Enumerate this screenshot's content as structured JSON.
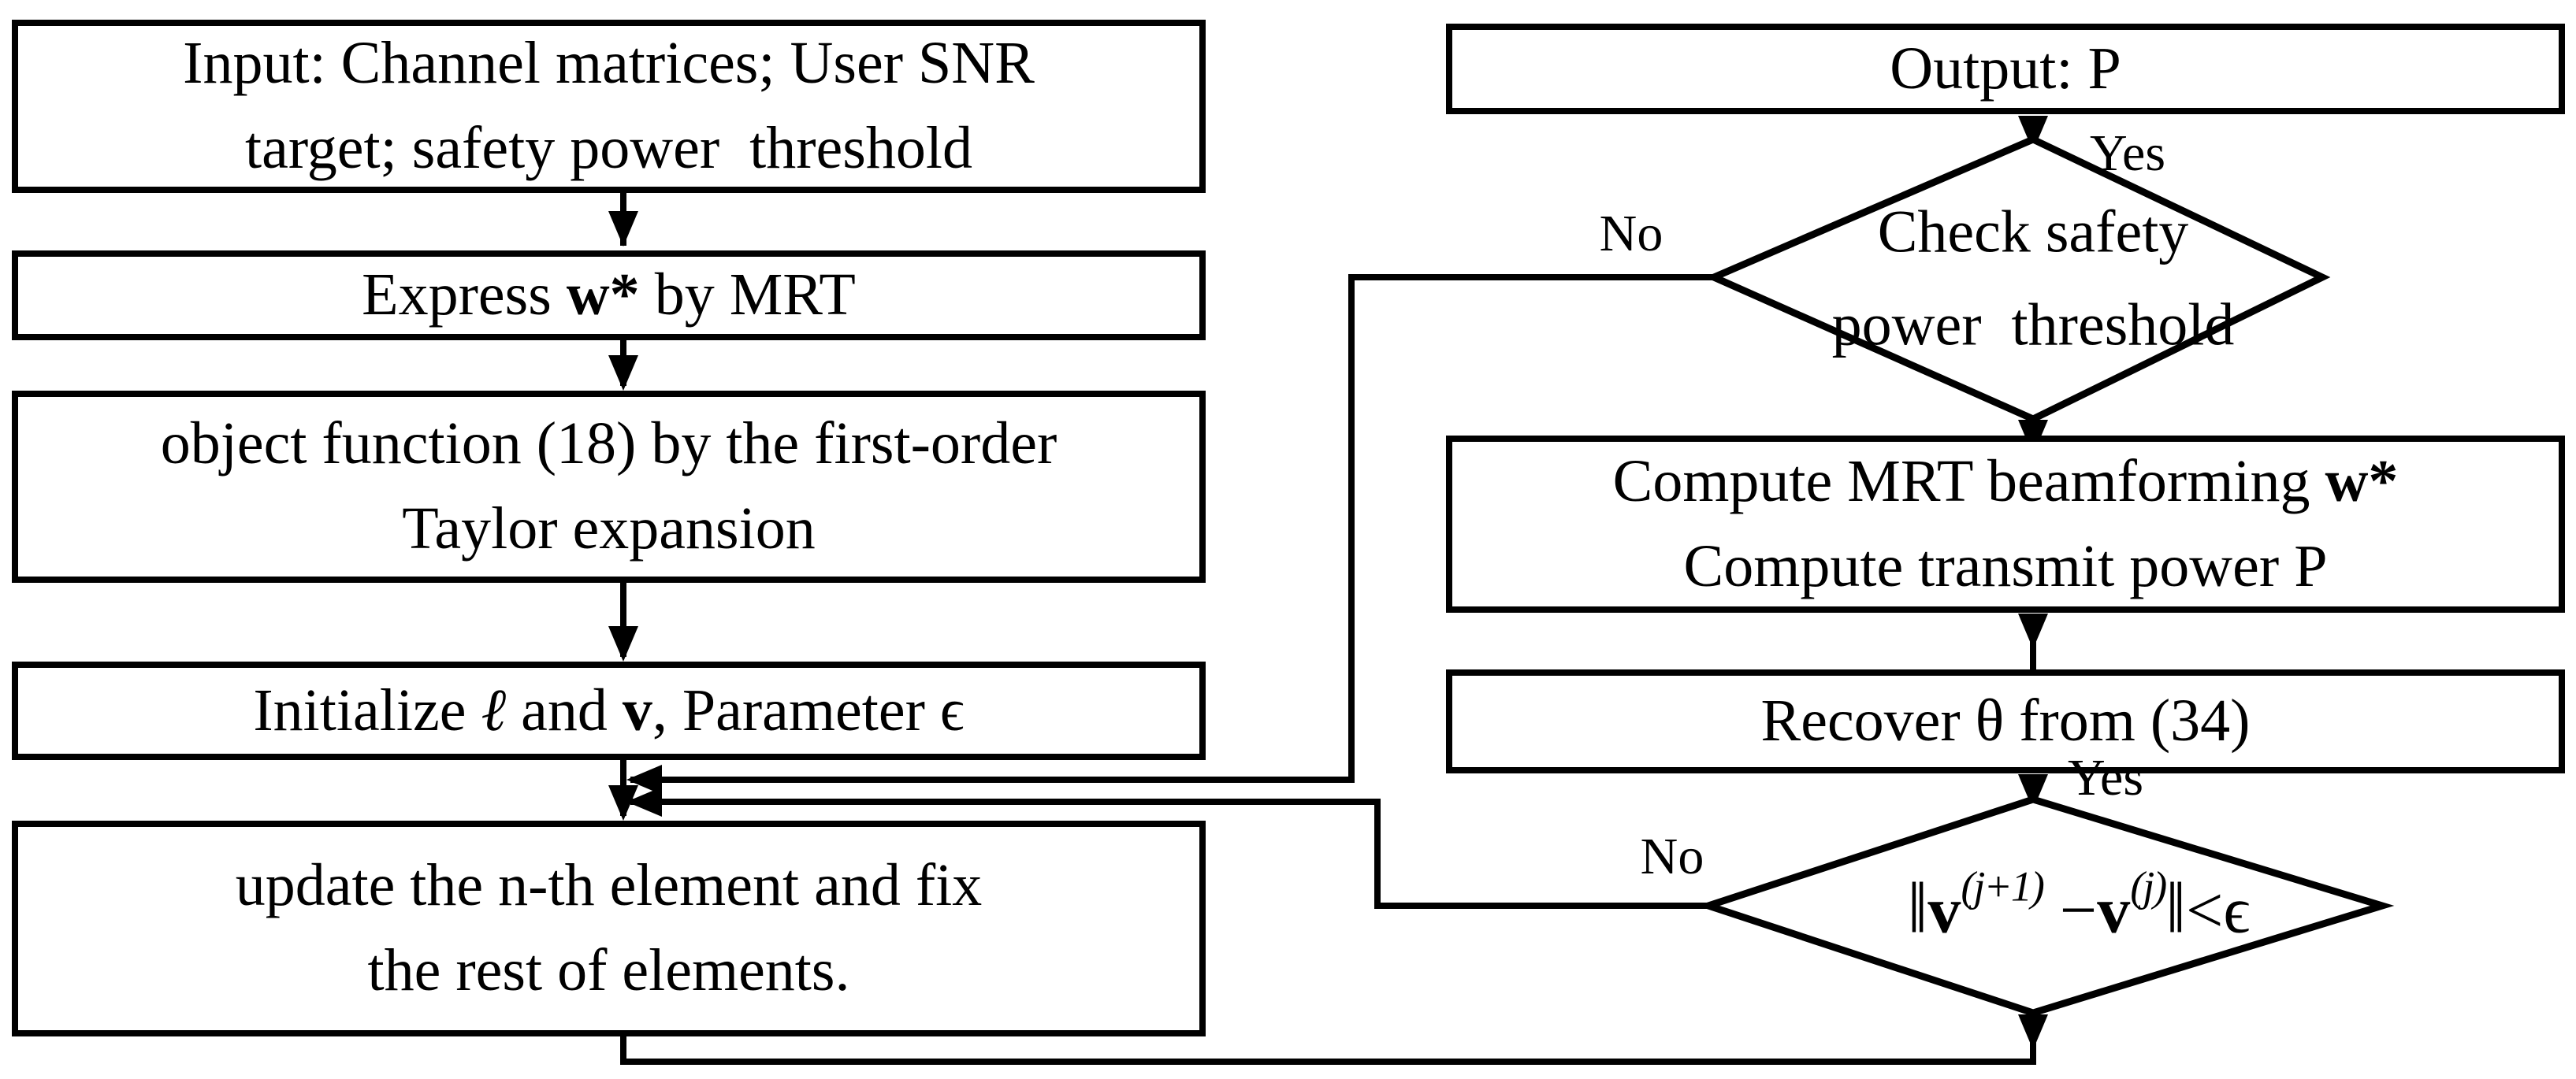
{
  "colors": {
    "ink": "#000000",
    "paper": "#ffffff"
  },
  "left": {
    "box1": {
      "line1": "Input: Channel matrices; User SNR",
      "line2": "target; safety power  threshold"
    },
    "box2": {
      "pre": "Express ",
      "w": "w*",
      "post": " by MRT"
    },
    "box3": {
      "line1": "object function (18) by the first-order",
      "line2": "Taylor expansion"
    },
    "box4": {
      "p1": "Initialize ",
      "ell": "ℓ",
      "p2": " and ",
      "v": "v",
      "p3": ", Parameter ",
      "eps": "ϵ"
    },
    "box5": {
      "line1": "update the n-th element and fix",
      "line2": "the rest of elements."
    }
  },
  "right": {
    "output": {
      "text": "Output: P"
    },
    "safety_decision": {
      "line1": "Check safety",
      "line2": "power  threshold",
      "yes": "Yes",
      "no": "No"
    },
    "compute": {
      "line1_pre": "Compute MRT beamforming ",
      "line1_w": "w*",
      "line2": "Compute transmit power P"
    },
    "recover": {
      "text": "Recover θ from (34)"
    },
    "convergence_decision": {
      "open": "‖",
      "v1": "v",
      "sup1": "(j+1)",
      "minus": " −",
      "v2": "v",
      "sup2": "(j)",
      "close": "‖",
      "less": "<",
      "eps": "ϵ",
      "yes": "Yes",
      "no": "No"
    }
  }
}
